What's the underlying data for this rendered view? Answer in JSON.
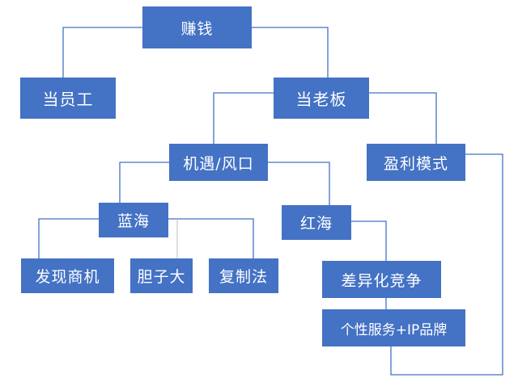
{
  "nodes": {
    "root": "赚钱",
    "employee": "当员工",
    "boss": "当老板",
    "opportunity": "机遇/风口",
    "profit_model": "盈利模式",
    "blue_ocean": "蓝海",
    "red_ocean": "红海",
    "find_opportunity": "发现商机",
    "bold": "胆子大",
    "copy_method": "复制法",
    "differentiation": "差异化竞争",
    "personal_service": "个性服务+IP品牌"
  },
  "colors": {
    "node_fill": "#4472c4",
    "node_text": "#ffffff",
    "connector": "#4472c4"
  }
}
